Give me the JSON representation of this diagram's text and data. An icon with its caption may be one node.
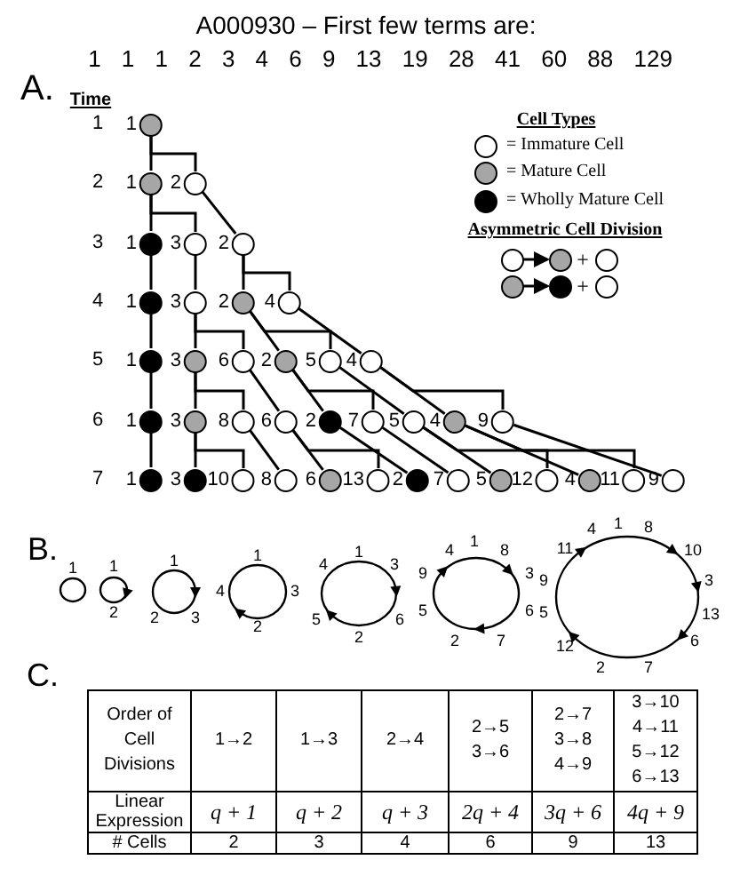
{
  "diagram": {
    "title": "A000930 – First few terms are:",
    "nodes": [
      {
        "text": [
          "1"
        ]
      },
      {
        "text": [
          "1"
        ]
      },
      {
        "text": [
          "2"
        ]
      },
      {
        "text": [
          "1"
        ]
      },
      {
        "text": [
          "3"
        ]
      },
      {
        "text": [
          "2"
        ]
      },
      {
        "text": [
          "1"
        ]
      },
      {
        "text": [
          "3"
        ]
      },
      {
        "text": [
          "2"
        ]
      },
      {
        "text": [
          "4"
        ]
      },
      {
        "text": [
          "1"
        ]
      },
      {
        "text": [
          "3"
        ]
      },
      {
        "text": [
          "6"
        ]
      },
      {
        "text": [
          "2"
        ]
      },
      {
        "text": [
          "5"
        ]
      },
      {
        "text": [
          "4"
        ]
      },
      {
        "text": [
          "1"
        ]
      },
      {
        "text": [
          "3"
        ]
      },
      {
        "text": [
          "8"
        ]
      },
      {
        "text": [
          "6"
        ]
      },
      {
        "text": [
          "2"
        ]
      },
      {
        "text": [
          "7"
        ]
      },
      {
        "text": [
          "5"
        ]
      },
      {
        "text": [
          "4"
        ]
      },
      {
        "text": [
          "9"
        ]
      },
      {
        "text": [
          "1"
        ]
      },
      {
        "text": [
          "3"
        ]
      },
      {
        "text": [
          "10"
        ]
      },
      {
        "text": [
          "8"
        ]
      },
      {
        "text": [
          "6"
        ]
      },
      {
        "text": [
          "13"
        ]
      },
      {
        "text": [
          "2"
        ]
      },
      {
        "text": [
          "7"
        ]
      },
      {
        "text": [
          "5"
        ]
      },
      {
        "text": [
          "12"
        ]
      },
      {
        "text": [
          "4"
        ]
      },
      {
        "text": [
          "11"
        ]
      },
      {
        "text": [
          "9"
        ]
      },
      {
        "text": [],
        "shape": "circle"
      },
      {
        "text": [],
        "shape": "circle"
      },
      {
        "text": [],
        "shape": "circle"
      },
      {
        "text": [],
        "shape": "circle"
      },
      {
        "text": [],
        "shape": "circle"
      },
      {
        "text": [],
        "shape": "circle"
      }
    ],
    "edges": [
      {
        "from": 0,
        "to": 1,
        "arrow": "none"
      },
      {
        "from": 0,
        "to": 2,
        "arrow": "none"
      },
      {
        "from": 1,
        "to": 3,
        "arrow": "none"
      },
      {
        "from": 1,
        "to": 4,
        "arrow": "none"
      },
      {
        "from": 2,
        "to": 5,
        "arrow": "none"
      },
      {
        "from": 3,
        "to": 6,
        "arrow": "none"
      },
      {
        "from": 4,
        "to": 7,
        "arrow": "none"
      },
      {
        "from": 5,
        "to": 8,
        "arrow": "none"
      },
      {
        "from": 5,
        "to": 9,
        "arrow": "none"
      },
      {
        "from": 6,
        "to": 10,
        "arrow": "none"
      },
      {
        "from": 7,
        "to": 11,
        "arrow": "none"
      },
      {
        "from": 7,
        "to": 12,
        "arrow": "none"
      },
      {
        "from": 8,
        "to": 13,
        "arrow": "none"
      },
      {
        "from": 8,
        "to": 14,
        "arrow": "none"
      },
      {
        "from": 9,
        "to": 15,
        "arrow": "none"
      },
      {
        "from": 10,
        "to": 16,
        "arrow": "none"
      },
      {
        "from": 11,
        "to": 17,
        "arrow": "none"
      },
      {
        "from": 11,
        "to": 18,
        "arrow": "none"
      },
      {
        "from": 12,
        "to": 19,
        "arrow": "none"
      },
      {
        "from": 13,
        "to": 20,
        "arrow": "none"
      },
      {
        "from": 13,
        "to": 21,
        "arrow": "none"
      },
      {
        "from": 14,
        "to": 22,
        "arrow": "none"
      },
      {
        "from": 15,
        "to": 23,
        "arrow": "none"
      },
      {
        "from": 15,
        "to": 24,
        "arrow": "none"
      },
      {
        "from": 16,
        "to": 25,
        "arrow": "none"
      },
      {
        "from": 17,
        "to": 26,
        "arrow": "none"
      },
      {
        "from": 17,
        "to": 27,
        "arrow": "none"
      },
      {
        "from": 18,
        "to": 28,
        "arrow": "none"
      },
      {
        "from": 19,
        "to": 29,
        "arrow": "none"
      },
      {
        "from": 19,
        "to": 30,
        "arrow": "none"
      },
      {
        "from": 20,
        "to": 31,
        "arrow": "none"
      },
      {
        "from": 21,
        "to": 32,
        "arrow": "none"
      },
      {
        "from": 22,
        "to": 33,
        "arrow": "none"
      },
      {
        "from": 22,
        "to": 34,
        "arrow": "none"
      },
      {
        "from": 23,
        "to": 35,
        "arrow": "none"
      },
      {
        "from": 23,
        "to": 36,
        "arrow": "none"
      },
      {
        "from": 24,
        "to": 37,
        "arrow": "none"
      },
      {
        "from": 38,
        "to": 39,
        "arrow": "to"
      },
      {
        "from": 41,
        "to": 42,
        "arrow": "to"
      }
    ],
    "labels": [
      "1 1 1 2 3 4 6 9 13 19 28 41 60 88 129",
      "A.",
      "Time",
      "Cell Types",
      "Asymmetric Cell Division",
      "+",
      "+",
      "1",
      "2",
      "3",
      "4",
      "5",
      "6",
      "7",
      "B.",
      "1",
      "1",
      "2",
      "1",
      "2",
      "3",
      "1",
      "4",
      "3",
      "2",
      "1",
      "4",
      "3",
      "5",
      "6",
      "2",
      "4",
      "1",
      "8",
      "9",
      "3",
      "5",
      "6",
      "2",
      "7",
      "4",
      "1",
      "8",
      "11",
      "10",
      "9",
      "3",
      "5",
      "13",
      "12",
      "6",
      "2",
      "7",
      "C.",
      "Order of Cell Divisions",
      "1→2",
      "1→3",
      "2→4",
      "2→5 3→6",
      "2→7 3→8 4→9",
      "3→10 4→11 5→12 6→13",
      "Linear Expression",
      "q + 1",
      "q + 2",
      "q + 3",
      "2q + 4",
      "3q + 6",
      "4q + 9",
      "# Cells",
      "2",
      "3",
      "4",
      "6",
      "9",
      "13"
    ],
    "legend": [
      {
        "text": "= Immature Cell",
        "color": "#ffffff"
      },
      {
        "text": "= Mature Cell",
        "color": "#a6a6a6"
      },
      {
        "text": "= Wholly Mature Cell",
        "color": "#000000"
      }
    ]
  }
}
